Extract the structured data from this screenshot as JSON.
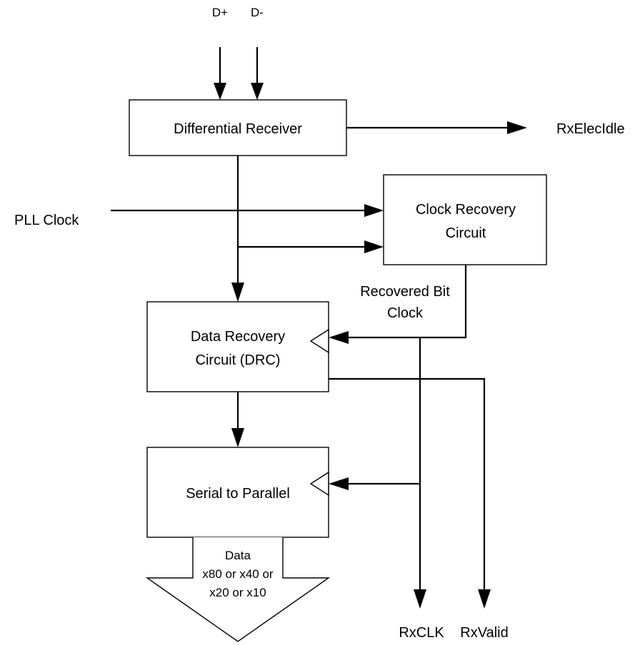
{
  "inputs": {
    "d_plus": "D+",
    "d_minus": "D-",
    "pll_clock": "PLL Clock"
  },
  "blocks": {
    "differential_receiver": "Differential Receiver",
    "clock_recovery": [
      "Clock Recovery",
      "Circuit"
    ],
    "data_recovery": [
      "Data Recovery",
      "Circuit (DRC)"
    ],
    "serial_to_parallel": "Serial to Parallel"
  },
  "signals": {
    "rx_elec_idle": "RxElecIdle",
    "recovered_bit_clock": [
      "Recovered Bit",
      "Clock"
    ],
    "rx_clk": "RxCLK",
    "rx_valid": "RxValid"
  },
  "data_output": [
    "Data",
    "x80 or x40 or",
    "x20 or x10"
  ]
}
